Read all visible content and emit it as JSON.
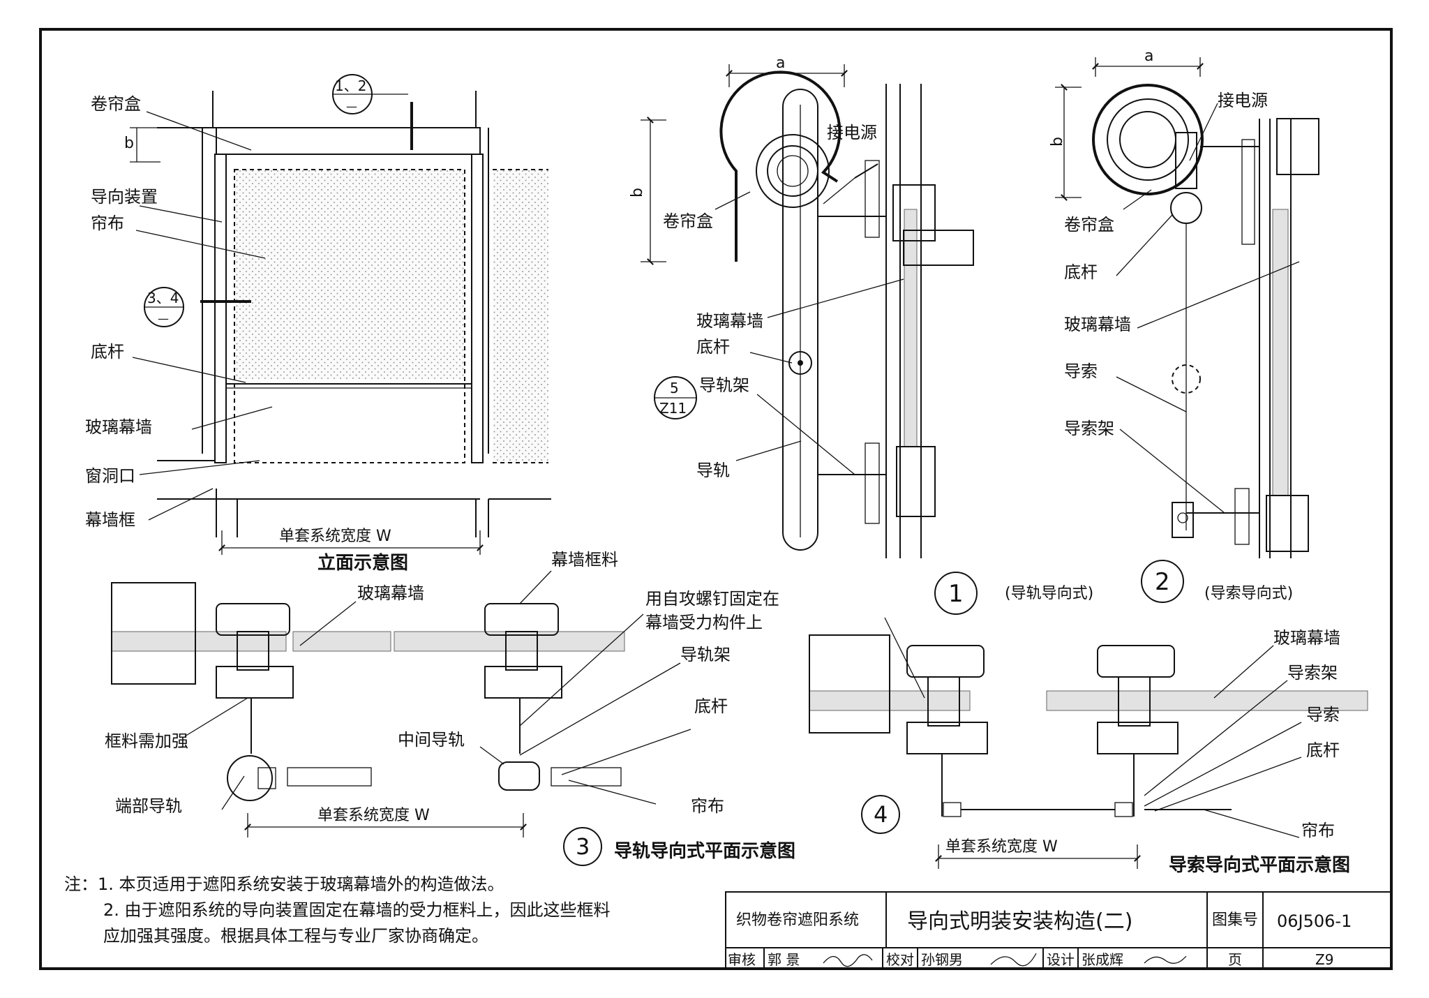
{
  "labels": {
    "elev_box": "卷帘盒",
    "elev_guide": "导向装置",
    "elev_cloth": "帘布",
    "elev_bar": "底杆",
    "elev_glass": "玻璃幕墙",
    "elev_opening": "窗洞口",
    "elev_frame": "幕墙框",
    "elev_width": "单套系统宽度 W",
    "elev_title": "立面示意图",
    "elev_ref12": "1、2",
    "elev_ref34": "3、4",
    "elev_ref_dash": "—",
    "elev_b": "b",
    "d1_a": "a",
    "d1_b": "b",
    "d1_power": "接电源",
    "d1_box": "卷帘盒",
    "d1_glass": "玻璃幕墙",
    "d1_bar": "底杆",
    "d1_rail_bracket": "导轨架",
    "d1_rail": "导轨",
    "d1_ref_top": "5",
    "d1_ref_bottom": "Z11",
    "d2_a": "a",
    "d2_b": "b",
    "d2_power": "接电源",
    "d2_box": "卷帘盒",
    "d2_bar": "底杆",
    "d2_glass": "玻璃幕墙",
    "d2_cable": "导索",
    "d2_cable_bracket": "导索架",
    "circle1": "1",
    "circle1_caption": "(导轨导向式)",
    "circle2": "2",
    "circle2_caption": "(导索导向式)",
    "p3_frame_material": "幕墙框料",
    "p3_glass": "玻璃幕墙",
    "p3_screw_1": "用自攻螺钉固定在",
    "p3_screw_2": "幕墙受力构件上",
    "p3_rail_bracket": "导轨架",
    "p3_bar": "底杆",
    "p3_reinforce": "框料需加强",
    "p3_mid_rail": "中间导轨",
    "p3_end_rail": "端部导轨",
    "p3_cloth": "帘布",
    "p3_width": "单套系统宽度 W",
    "circle3": "3",
    "p3_title": "导轨导向式平面示意图",
    "p4_glass": "玻璃幕墙",
    "p4_cable_bracket": "导索架",
    "p4_cable": "导索",
    "p4_bar": "底杆",
    "p4_cloth": "帘布",
    "p4_width": "单套系统宽度 W",
    "circle4": "4",
    "p4_title": "导索导向式平面示意图"
  },
  "notes": [
    "注：1. 本页适用于遮阳系统安装于玻璃幕墙外的构造做法。",
    "2. 由于遮阳系统的导向装置固定在幕墙的受力框料上，因此这些框料",
    "应加强其强度。根据具体工程与专业厂家协商确定。"
  ],
  "title_block": {
    "series": "织物卷帘遮阳系统",
    "title": "导向式明装安装构造(二)",
    "atlas_label": "图集号",
    "atlas_no": "06J506-1",
    "review_label": "审核",
    "reviewer": "郭 景",
    "check_label": "校对",
    "checker": "孙钢男",
    "design_label": "设计",
    "designer": "张成辉",
    "page_label": "页",
    "page_no": "Z9"
  }
}
